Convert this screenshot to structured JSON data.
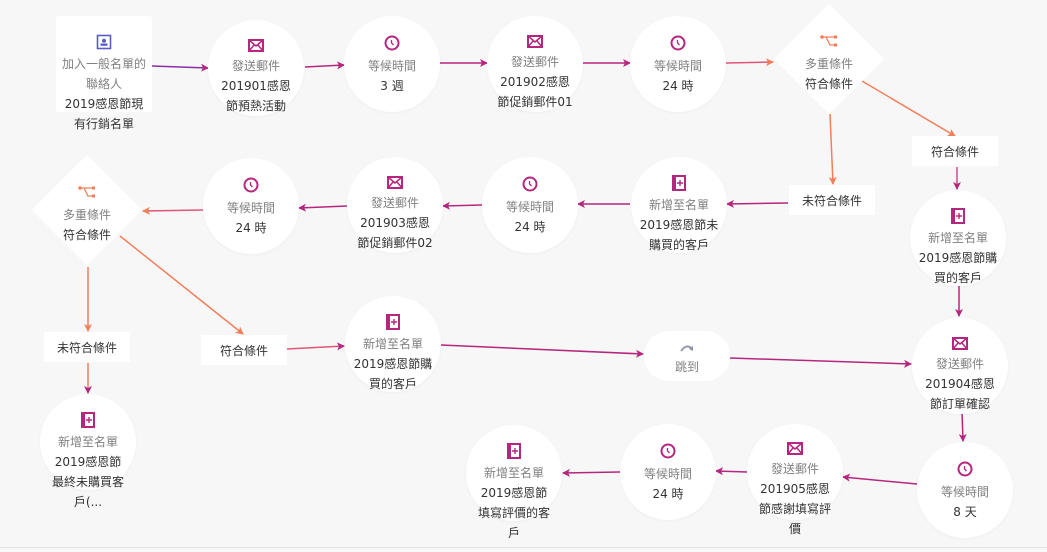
{
  "colors": {
    "email": "#b5277f",
    "wait": "#b5277f",
    "list": "#b5277f",
    "contact": "#5a5ac8",
    "branch": "#f47e5a",
    "jump": "#8a93a8",
    "edge_main": "#b5277f",
    "edge_branch": "#f47e5a"
  },
  "nodes": {
    "start": {
      "icon": "contact-card-icon",
      "title": "加入一般名單的聯絡人",
      "sub": "2019感恩節現有行銷名單"
    },
    "email1": {
      "icon": "envelope-icon",
      "title": "發送郵件",
      "sub": "201901感恩節預熱活動"
    },
    "wait1": {
      "icon": "clock-icon",
      "title": "等候時間",
      "sub": "3 週"
    },
    "email2": {
      "icon": "envelope-icon",
      "title": "發送郵件",
      "sub": "201902感恩節促銷郵件01"
    },
    "wait2": {
      "icon": "clock-icon",
      "title": "等候時間",
      "sub": "24 時"
    },
    "branch1": {
      "icon": "branch-icon",
      "title": "多重條件",
      "sub": "符合條件"
    },
    "branch1_yes": {
      "label": "符合條件"
    },
    "branch1_no": {
      "label": "未符合條件"
    },
    "list_purchased1": {
      "icon": "add-to-list-icon",
      "title": "新增至名單",
      "sub": "2019感恩節購買的客戶"
    },
    "list_not_purchased": {
      "icon": "add-to-list-icon",
      "title": "新增至名單",
      "sub": "2019感恩節未購買的客戶"
    },
    "wait3": {
      "icon": "clock-icon",
      "title": "等候時間",
      "sub": "24 時"
    },
    "email3": {
      "icon": "envelope-icon",
      "title": "發送郵件",
      "sub": "201903感恩節促銷郵件02"
    },
    "wait4": {
      "icon": "clock-icon",
      "title": "等候時間",
      "sub": "24 時"
    },
    "branch2": {
      "icon": "branch-icon",
      "title": "多重條件",
      "sub": "符合條件"
    },
    "branch2_no": {
      "label": "未符合條件"
    },
    "branch2_yes": {
      "label": "符合條件"
    },
    "list_final_not": {
      "icon": "add-to-list-icon",
      "title": "新增至名單",
      "sub": "2019感恩節最終未購買客戶(..."
    },
    "list_purchased2": {
      "icon": "add-to-list-icon",
      "title": "新增至名單",
      "sub": "2019感恩節購買的客戶"
    },
    "jump": {
      "icon": "jump-arrow-icon",
      "title": "跳到"
    },
    "email4": {
      "icon": "envelope-icon",
      "title": "發送郵件",
      "sub": "201904感恩節訂單確認"
    },
    "wait5": {
      "icon": "clock-icon",
      "title": "等候時間",
      "sub": "8 天"
    },
    "email5": {
      "icon": "envelope-icon",
      "title": "發送郵件",
      "sub": "201905感恩節感謝填寫評價"
    },
    "wait6": {
      "icon": "clock-icon",
      "title": "等候時間",
      "sub": "24 時"
    },
    "list_review": {
      "icon": "add-to-list-icon",
      "title": "新增至名單",
      "sub": "2019感恩節填寫評價的客戶"
    }
  }
}
